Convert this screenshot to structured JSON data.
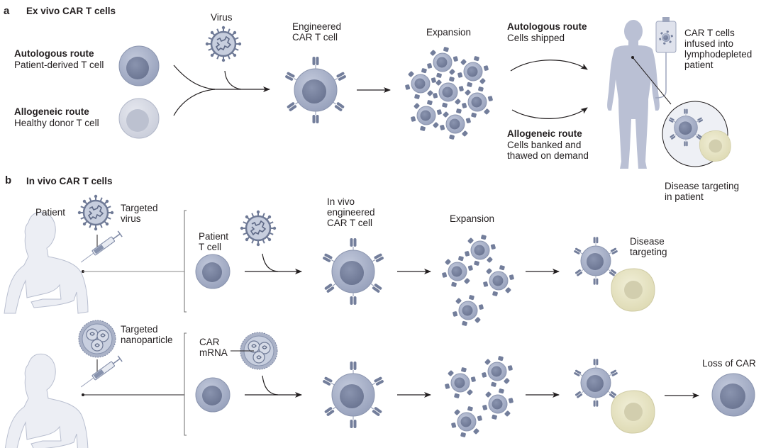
{
  "panel_a": {
    "letter": "a",
    "title": "Ex vivo CAR T cells",
    "autologous_route_label": "Autologous route",
    "autologous_route_desc": "Patient-derived T cell",
    "allogeneic_route_label": "Allogeneic route",
    "allogeneic_route_desc": "Healthy donor T cell",
    "virus_label": "Virus",
    "engineered_label": "Engineered\nCAR T cell",
    "expansion_label": "Expansion",
    "ship_autologous_label": "Autologous route",
    "ship_autologous_desc": "Cells shipped",
    "ship_allogeneic_label": "Allogeneic route",
    "ship_allogeneic_desc": "Cells banked and\nthawed on demand",
    "infusion_label": "CAR T cells\ninfused into\nlymphodepleted\npatient",
    "disease_targeting_label": "Disease targeting\nin patient"
  },
  "panel_b": {
    "letter": "b",
    "title": "In vivo CAR T cells",
    "patient_label": "Patient",
    "targeted_virus_label": "Targeted\nvirus",
    "patient_tcell_label": "Patient\nT cell",
    "in_vivo_engineered_label": "In vivo\nengineered\nCAR T cell",
    "expansion_label": "Expansion",
    "disease_targeting_label": "Disease\ntargeting",
    "targeted_nanoparticle_label": "Targeted\nnanoparticle",
    "car_mrna_label": "CAR\nmRNA",
    "loss_of_car_label": "Loss of CAR"
  },
  "colors": {
    "tcell_outer": "#a7b0c8",
    "tcell_nucleus": "#7b86a3",
    "donor_outer": "#d6d9e4",
    "donor_nucleus": "#b8bdcd",
    "receptor": "#6f7a96",
    "tumor_outer": "#e8e5c6",
    "tumor_nucleus": "#cfccaa",
    "body": "#b9bfd3",
    "patient_outline": "#e9ebf2",
    "arrow": "#231f20"
  }
}
